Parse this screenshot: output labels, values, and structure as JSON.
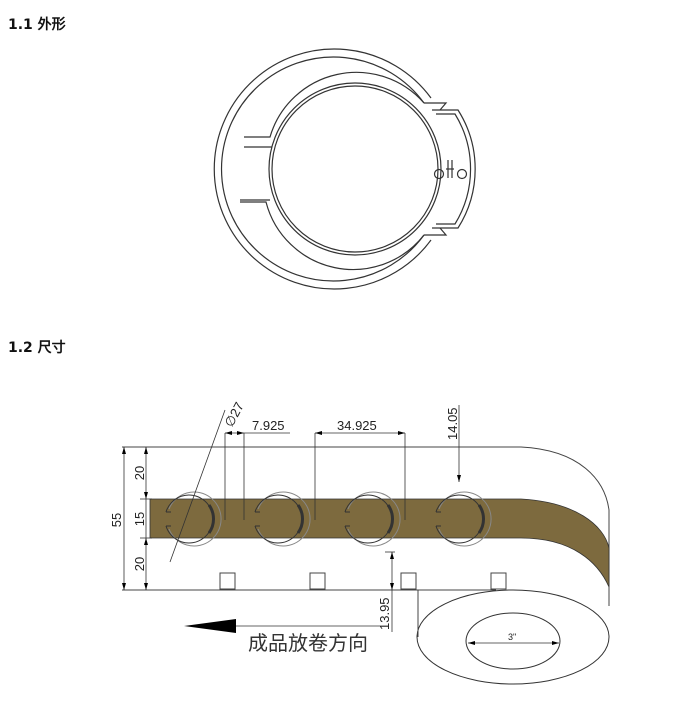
{
  "sections": [
    {
      "number": "1.1",
      "title": "外形",
      "label": "1.1 外形"
    },
    {
      "number": "1.2",
      "title": "尺寸",
      "label": "1.2 尺寸"
    }
  ],
  "colors": {
    "liner_band": "#7d6a3e",
    "line": "#333333",
    "background": "#ffffff"
  },
  "shape_drawing": {
    "description": "C-shaped RFID tag antenna outline with two ring traces, chip feed slots and two small circles at the feed point"
  },
  "dimension_drawing": {
    "labels": {
      "diameter": "∅27",
      "gap_left": "7.925",
      "pitch": "34.925",
      "top_offset": "14.05",
      "total_width": "55",
      "top_margin": "20",
      "band_width": "15",
      "bottom_margin": "20",
      "bottom_offset": "13.95",
      "core_diameter": "3\""
    },
    "direction_text": "成品放卷方向",
    "tag_count": 4
  }
}
